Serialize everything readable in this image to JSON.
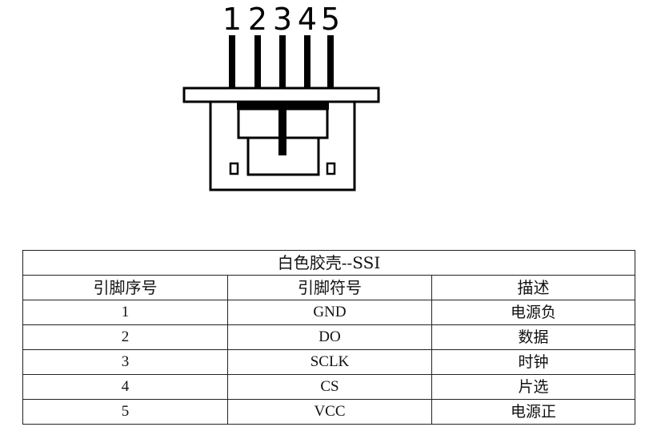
{
  "diagram": {
    "pin_labels": [
      "1",
      "2",
      "3",
      "4",
      "5"
    ]
  },
  "table": {
    "title": "白色胶壳--SSI",
    "headers": [
      "引脚序号",
      "引脚符号",
      "描述"
    ],
    "rows": [
      [
        "1",
        "GND",
        "电源负"
      ],
      [
        "2",
        "DO",
        "数据"
      ],
      [
        "3",
        "SCLK",
        "时钟"
      ],
      [
        "4",
        "CS",
        "片选"
      ],
      [
        "5",
        "VCC",
        "电源正"
      ]
    ]
  }
}
